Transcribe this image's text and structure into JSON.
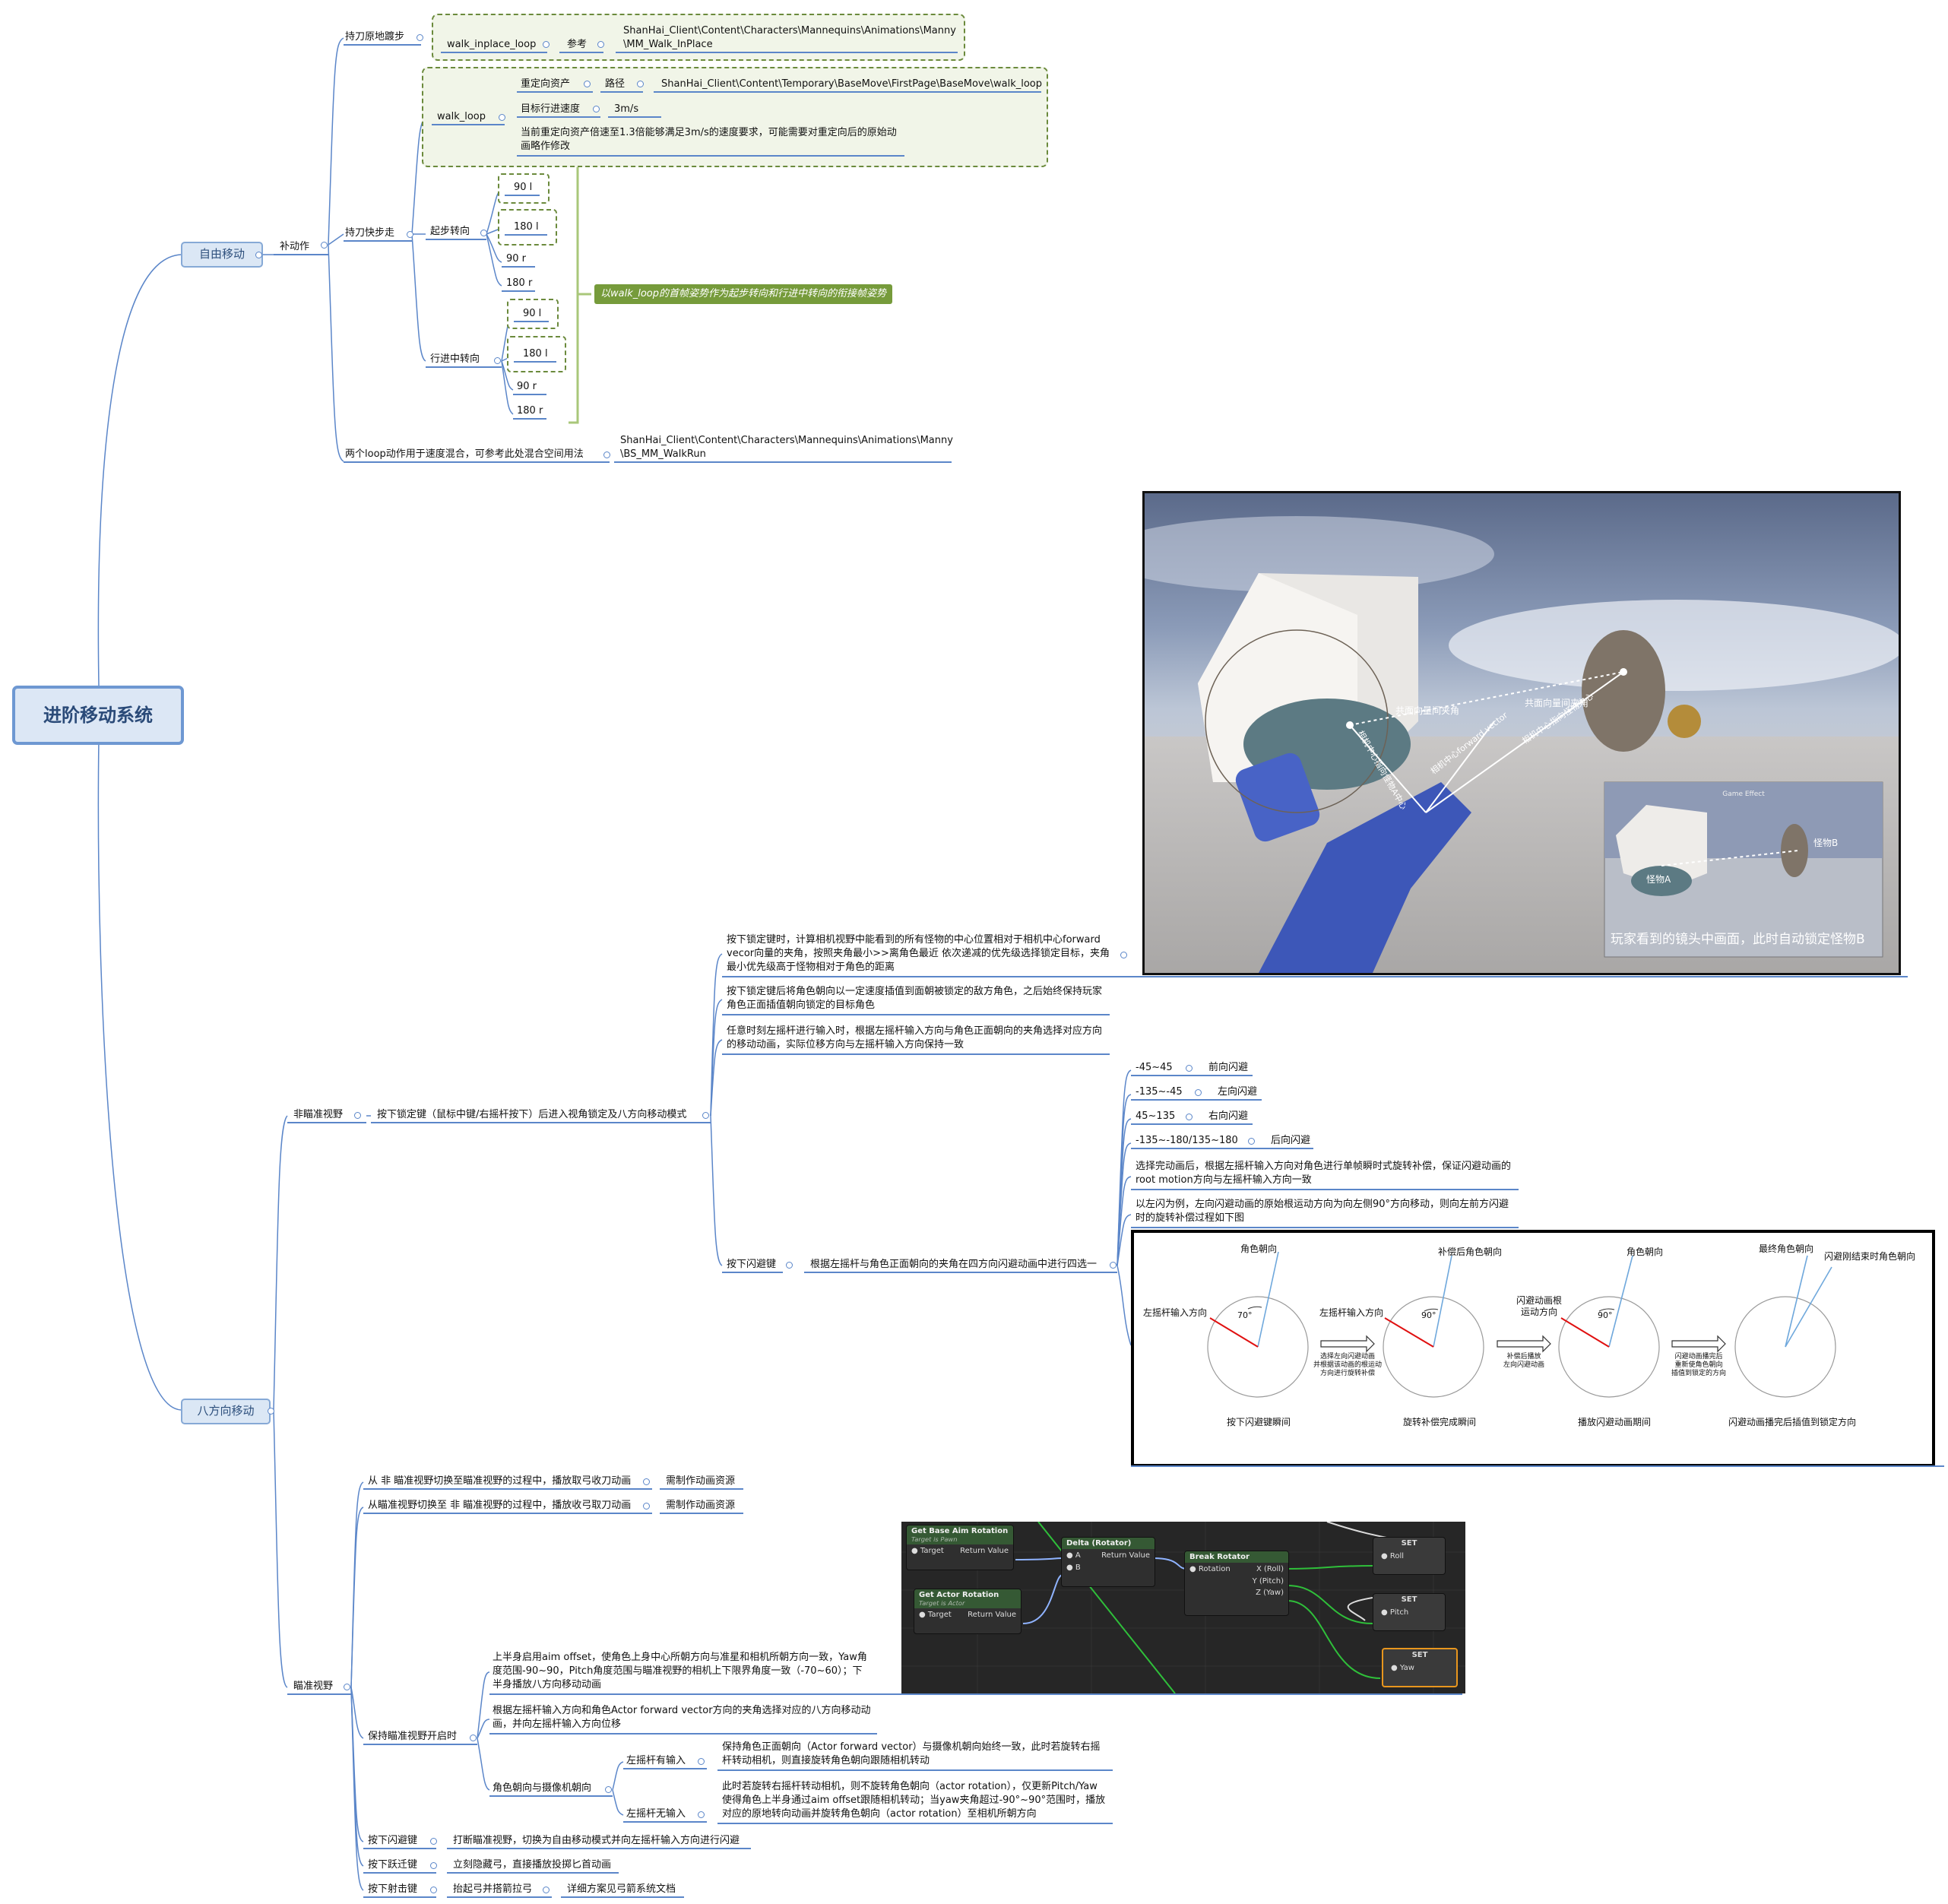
{
  "root": "进阶移动系统",
  "free_move": {
    "label": "自由移动",
    "fill_anim": "补动作",
    "inplace": {
      "label": "持刀原地踱步",
      "anim": "walk_inplace_loop",
      "ref_label": "参考",
      "ref_path": [
        "ShanHai_Client\\Content\\Characters\\Mannequins\\Animations\\Manny",
        "\\MM_Walk_InPlace"
      ]
    },
    "fast": {
      "label": "持刀快步走",
      "walk_loop": {
        "label": "walk_loop",
        "retarget": "重定向资产",
        "path_label": "路径",
        "path": "ShanHai_Client\\Content\\Temporary\\BaseMove\\FirstPage\\BaseMove\\walk_loop",
        "speed_label": "目标行进速度",
        "speed": "3m/s",
        "note": [
          "当前重定向资产倍速至1.3倍能够满足3m/s的速度要求，可能需要对重定向后的原始动",
          "画略作修改"
        ]
      },
      "start_turn": {
        "label": "起步转向",
        "items": [
          "90 l",
          "180 l",
          "90 r",
          "180 r"
        ]
      },
      "mid_turn": {
        "label": "行进中转向",
        "items": [
          "90 l",
          "180 l",
          "90 r",
          "180 r"
        ]
      },
      "summary": "以walk_loop的首帧姿势作为起步转向和行进中转向的衔接帧姿势"
    },
    "blend": {
      "label": "两个loop动作用于速度混合，可参考此处混合空间用法",
      "path": [
        "ShanHai_Client\\Content\\Characters\\Mannequins\\Animations\\Manny",
        "\\BS_MM_WalkRun"
      ]
    }
  },
  "eight_dir": {
    "label": "八方向移动",
    "non_aim": {
      "label": "非瞄准视野",
      "lock": {
        "label": "按下锁定键（鼠标中键/右摇杆按下）后进入视角锁定及八方向移动模式",
        "items": [
          [
            "按下锁定键时，计算相机视野中能看到的所有怪物的中心位置相对于相机中心forward",
            "vecor向量的夹角，按照夹角最小>>离角色最近 依次递减的优先级选择锁定目标，夹角",
            "最小优先级高于怪物相对于角色的距离"
          ],
          [
            "按下锁定键后将角色朝向以一定速度插值到面朝被锁定的敌方角色，之后始终保持玩家",
            "角色正面插值朝向锁定的目标角色"
          ],
          [
            "任意时刻左摇杆进行输入时，根据左摇杆输入方向与角色正面朝向的夹角选择对应方向",
            "的移动动画，实际位移方向与左摇杆输入方向保持一致"
          ]
        ],
        "screenshot": {
          "caption": "玩家看到的镜头中画面，此时自动锁定怪物B",
          "labels": [
            "共面向量间夹角",
            "共面向量间夹角",
            "相机中心forward vector",
            "相机中心指向怪物中心",
            "相机中心指向怪物A中心"
          ],
          "inset_title": "Game Effect",
          "monster_a": "怪物A",
          "monster_b": "怪物B"
        },
        "dodge": {
          "label": "按下闪避键",
          "rule": "根据左摇杆与角色正面朝向的夹角在四方向闪避动画中进行四选一",
          "ranges": [
            {
              "range": "-45~45",
              "dir": "前向闪避"
            },
            {
              "range": "-135~-45",
              "dir": "左向闪避"
            },
            {
              "range": "45~135",
              "dir": "右向闪避"
            },
            {
              "range": "-135~-180/135~180",
              "dir": "后向闪避"
            }
          ],
          "note1": [
            "选择完动画后，根据左摇杆输入方向对角色进行单帧瞬时式旋转补偿，保证闪避动画的",
            "root motion方向与左摇杆输入方向一致"
          ],
          "note2": [
            "以左闪为例，左向闪避动画的原始根运动方向为向左侧90°方向移动，则向左前方闪避",
            "时的旋转补偿过程如下图"
          ],
          "diagram": {
            "circles": [
              {
                "top": "角色朝向",
                "left": "左摇杆输入方向",
                "angle": "70°",
                "bottom": "按下闪避键瞬间"
              },
              {
                "top": "补偿后角色朝向",
                "left": "左摇杆输入方向",
                "angle": "90°",
                "bottom": "旋转补偿完成瞬间"
              },
              {
                "top": "角色朝向",
                "left": "闪避动画根运动方向",
                "angle": "90°",
                "bottom": "播放闪避动画期间"
              },
              {
                "top": "最终角色朝向",
                "left": "闪避刚结束时角色朝向",
                "angle": "",
                "bottom": "闪避动画播完后插值到锁定方向"
              }
            ],
            "arrows": [
              [
                "选择左向闪避动画",
                "并根据该动画的根运动",
                "方向进行旋转补偿"
              ],
              [
                "补偿后播放",
                "左向闪避动画"
              ],
              [
                "闪避动画播完后",
                "重新使角色朝向",
                "插值到锁定的方向"
              ]
            ]
          }
        }
      }
    },
    "aim": {
      "label": "瞄准视野",
      "switch_in": {
        "label": "从 非 瞄准视野切换至瞄准视野的过程中，播放取弓收刀动画",
        "tag": "需制作动画资源"
      },
      "switch_out": {
        "label": "从瞄准视野切换至 非 瞄准视野的过程中，播放收弓取刀动画",
        "tag": "需制作动画资源"
      },
      "keep": {
        "label": "保持瞄准视野开启时",
        "aim_offset": [
          "上半身启用aim offset，使角色上身中心所朝方向与准星和相机所朝方向一致，Yaw角",
          "度范围-90~90，Pitch角度范围与瞄准视野的相机上下限界角度一致（-70~60）；下",
          "半身播放八方向移动动画"
        ],
        "move": [
          "根据左摇杆输入方向和角色Actor forward vector方向的夹角选择对应的八方向移动动",
          "画，并向左摇杆输入方向位移"
        ],
        "facing": {
          "label": "角色朝向与摄像机朝向",
          "with_input": {
            "label": "左摇杆有输入",
            "text": [
              "保持角色正面朝向（Actor forward vector）与摄像机朝向始终一致，此时若旋转右摇",
              "杆转动相机，则直接旋转角色朝向跟随相机转动"
            ]
          },
          "no_input": {
            "label": "左摇杆无输入",
            "text": [
              "此时若旋转右摇杆转动相机，则不旋转角色朝向（actor rotation），仅更新Pitch/Yaw",
              "使得角色上半身通过aim offset跟随相机转动；当yaw夹角超过-90°~90°范围时，播放",
              "对应的原地转向动画并旋转角色朝向（actor rotation）至相机所朝方向"
            ]
          }
        },
        "blueprint": {
          "get_base": "Get Base Aim Rotation",
          "get_base_sub": "Target is Pawn",
          "get_actor": "Get Actor Rotation",
          "get_actor_sub": "Target is Actor",
          "target": "Target",
          "return_value": "Return Value",
          "delta": "Delta (Rotator)",
          "a": "A",
          "b": "B",
          "break": "Break Rotator",
          "rotation": "Rotation",
          "roll_pin": "X (Roll)",
          "pitch_pin": "Y (Pitch)",
          "yaw_pin": "Z (Yaw)",
          "set": "SET",
          "roll": "Roll",
          "pitch": "Pitch",
          "yaw": "Yaw"
        }
      },
      "dodge": {
        "label": "按下闪避键",
        "text": "打断瞄准视野，切换为自由移动模式并向左摇杆输入方向进行闪避"
      },
      "jump": {
        "label": "按下跃迁键",
        "text": "立刻隐藏弓，直接播放投掷匕首动画"
      },
      "shoot": {
        "label": "按下射击键",
        "text": "抬起弓并搭箭拉弓",
        "tag": "详细方案见弓箭系统文档"
      }
    }
  },
  "colors": {
    "line": "#5b86c9",
    "green": "#6b8a3c",
    "summary_bg": "#769b3b",
    "node_bg": "#dbe7f5"
  }
}
